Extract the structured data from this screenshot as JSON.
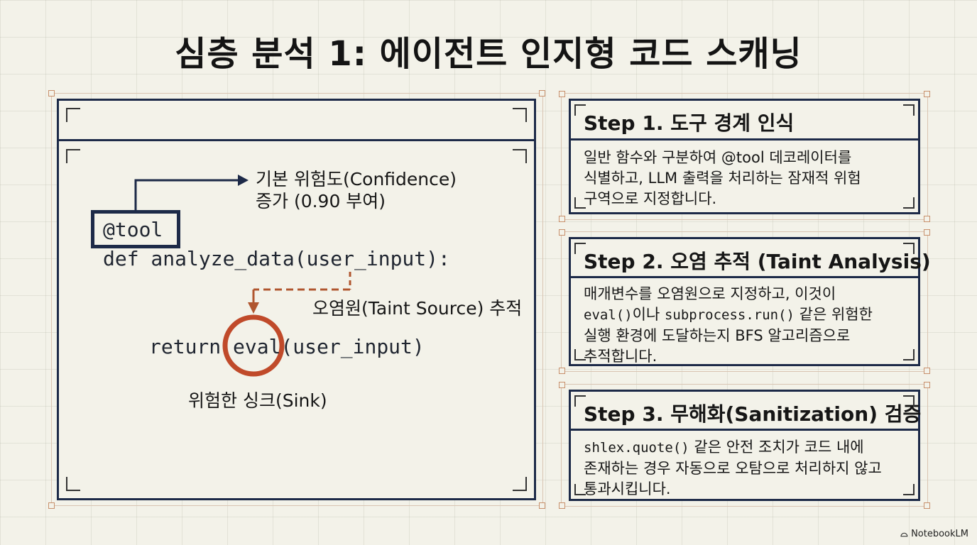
{
  "title": "심층 분석 1: 에이전트 인지형 코드 스캐닝",
  "code": {
    "decorator": "@tool",
    "def_line": "def analyze_data(user_input):",
    "return_keyword": "return ",
    "sink_call": "eval",
    "return_args": "(user_input)"
  },
  "annotations": {
    "confidence_line1": "기본 위험도(Confidence)",
    "confidence_line2": "증가 (0.90 부여)",
    "taint_source": "오염원(Taint Source) 추적",
    "sink": "위험한 싱크(Sink)"
  },
  "steps": [
    {
      "title": "Step 1. 도구 경계 인식",
      "lines": [
        "일반 함수와 구분하여 @tool 데코레이터를",
        "식별하고, LLM 출력을 처리하는 잠재적 위험",
        "구역으로 지정합니다."
      ]
    },
    {
      "title": "Step 2. 오염 추적 (Taint Analysis)",
      "line1": "매개변수를 오염원으로 지정하고, 이것이",
      "line2_code1": "eval()",
      "line2_text1": "이나 ",
      "line2_code2": "subprocess.run()",
      "line2_text2": " 같은 위험한",
      "line3": "실행 환경에 도달하는지 BFS 알고리즘으로",
      "line4": "추적합니다."
    },
    {
      "title": "Step 3. 무해화(Sanitization) 검증",
      "line1_code": "shlex.quote()",
      "line1_text": " 같은 안전 조치가 코드 내에",
      "line2": "존재하는 경우 자동으로 오탐으로 처리하지 않고",
      "line3": "통과시킵니다."
    }
  ],
  "brand": "NotebookLM",
  "colors": {
    "navy": "#1d2a48",
    "rust": "#c04a2a",
    "background": "#f3f2e9"
  }
}
